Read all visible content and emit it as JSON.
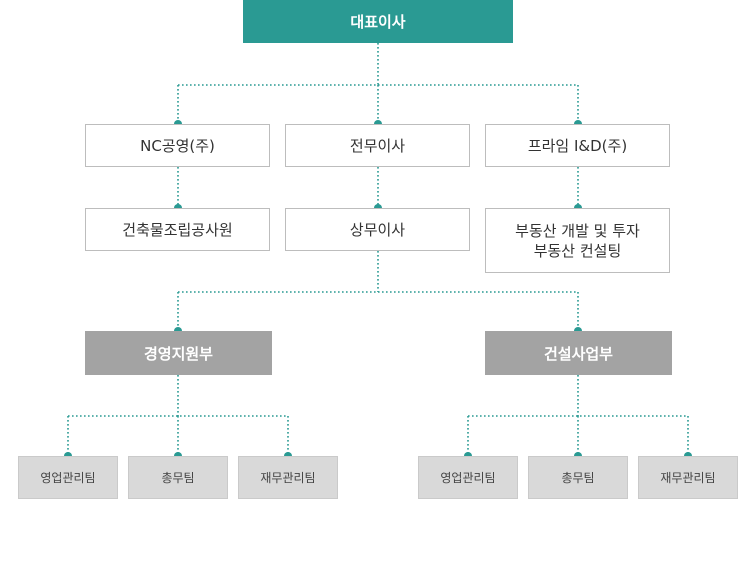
{
  "ceo": "대표이사",
  "level1": {
    "nc": "NC공영(주)",
    "jeonmu": "전무이사",
    "prime": "프라임 I&D(주)"
  },
  "level2": {
    "building": "건축물조립공사원",
    "sangmu": "상무이사",
    "realestate_line1": "부동산 개발 및 투자",
    "realestate_line2": "부동산 컨설팅"
  },
  "divisions": {
    "management_support": "경영지원부",
    "construction": "건설사업부"
  },
  "teams_left": [
    "영업관리팀",
    "총무팀",
    "재무관리팀"
  ],
  "teams_right": [
    "영업관리팀",
    "총무팀",
    "재무관리팀"
  ],
  "colors": {
    "accent": "#2a9a93",
    "division_gray": "#a3a3a3",
    "team_gray": "#d9d9d9",
    "border": "#bdbdbd"
  }
}
